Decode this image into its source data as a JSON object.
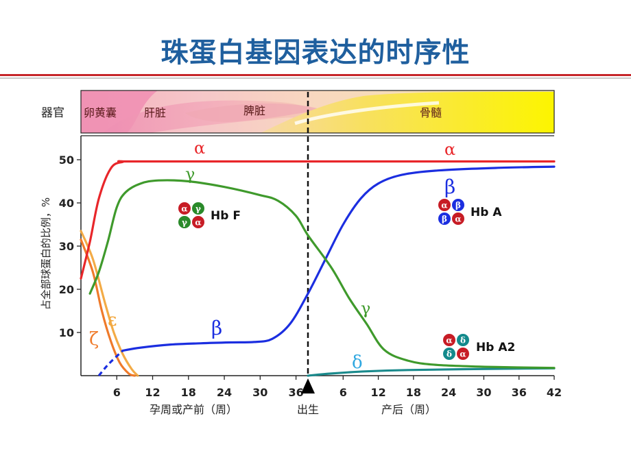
{
  "title": "珠蛋白基因表达的时序性",
  "colors": {
    "title": "#1f5f9e",
    "alpha": "#e8262a",
    "gamma": "#3f9a2c",
    "beta": "#1b2ee0",
    "delta": "#1a8a8c",
    "epsilon": "#f2a63c",
    "zeta": "#ef7a2a"
  },
  "organ_band": {
    "row_label": "器官",
    "labels": [
      "卵黄囊",
      "肝脏",
      "脾脏",
      "骨髓"
    ]
  },
  "chart_data": {
    "type": "line",
    "ylabel": "占全部球蛋白的比例，%",
    "ylim": [
      0,
      55
    ],
    "yticks": [
      10,
      20,
      30,
      40,
      50
    ],
    "x_prenatal_label": "孕周或产前（周）",
    "x_postnatal_label": "产后（周）",
    "birth_label": "出生",
    "prenatal_ticks": [
      6,
      12,
      18,
      24,
      30,
      36
    ],
    "postnatal_ticks": [
      6,
      12,
      18,
      24,
      30,
      36,
      42
    ],
    "xlim_prenatal": [
      0,
      38
    ],
    "xlim_postnatal": [
      0,
      42
    ],
    "series": [
      {
        "name": "α",
        "key": "alpha",
        "points": [
          [
            0,
            22.5
          ],
          [
            1.5,
            31
          ],
          [
            3,
            41
          ],
          [
            5,
            48
          ],
          [
            7,
            49.5
          ],
          [
            9,
            49.6
          ],
          [
            38,
            49.6
          ],
          [
            80,
            49.6
          ]
        ]
      },
      {
        "name": "γ",
        "key": "gamma",
        "points": [
          [
            1.5,
            19
          ],
          [
            3,
            24
          ],
          [
            4.5,
            31
          ],
          [
            6,
            39
          ],
          [
            7.5,
            42.5
          ],
          [
            10,
            44.5
          ],
          [
            13,
            45.2
          ],
          [
            18,
            45
          ],
          [
            24,
            43.7
          ],
          [
            30,
            41.8
          ],
          [
            33,
            40.5
          ],
          [
            36,
            37
          ],
          [
            38,
            32.5
          ],
          [
            42,
            25
          ],
          [
            45,
            18
          ],
          [
            48,
            12
          ],
          [
            51,
            6
          ],
          [
            55,
            3.5
          ],
          [
            60,
            2.5
          ],
          [
            70,
            2
          ],
          [
            80,
            1.8
          ]
        ]
      },
      {
        "name": "β",
        "key": "beta",
        "points": [
          [
            7,
            5.8
          ],
          [
            10,
            6.5
          ],
          [
            15,
            7.2
          ],
          [
            20,
            7.5
          ],
          [
            25,
            7.7
          ],
          [
            29,
            7.8
          ],
          [
            32,
            8.5
          ],
          [
            35,
            12
          ],
          [
            38,
            19
          ],
          [
            41,
            27
          ],
          [
            44,
            35
          ],
          [
            47,
            41
          ],
          [
            50,
            44.5
          ],
          [
            54,
            46.5
          ],
          [
            60,
            47.5
          ],
          [
            70,
            48.1
          ],
          [
            80,
            48.4
          ]
        ]
      },
      {
        "name": "δ",
        "key": "delta",
        "points": [
          [
            38,
            0
          ],
          [
            42,
            0.5
          ],
          [
            48,
            1
          ],
          [
            55,
            1.3
          ],
          [
            65,
            1.5
          ],
          [
            80,
            1.7
          ]
        ]
      },
      {
        "name": "ε",
        "key": "epsilon",
        "points": [
          [
            0,
            33.5
          ],
          [
            2,
            27
          ],
          [
            4,
            17
          ],
          [
            5.5,
            10
          ],
          [
            7,
            5
          ],
          [
            8.5,
            1.5
          ],
          [
            9.5,
            0
          ]
        ]
      },
      {
        "name": "ζ",
        "key": "zeta",
        "points": [
          [
            0,
            31.5
          ],
          [
            2,
            24
          ],
          [
            3.5,
            15
          ],
          [
            5,
            8
          ],
          [
            6.5,
            3
          ],
          [
            8,
            0.5
          ],
          [
            9,
            0
          ]
        ]
      }
    ],
    "beta_early_dashed": [
      [
        3,
        0
      ],
      [
        4.5,
        2.5
      ],
      [
        6,
        4.5
      ],
      [
        7,
        5.8
      ]
    ],
    "hemoglobins": [
      {
        "name": "Hb F",
        "subunits": [
          "α",
          "γ",
          "γ",
          "α"
        ]
      },
      {
        "name": "Hb A",
        "subunits": [
          "α",
          "β",
          "β",
          "α"
        ]
      },
      {
        "name": "Hb A2",
        "subunits": [
          "α",
          "δ",
          "δ",
          "α"
        ]
      }
    ]
  }
}
